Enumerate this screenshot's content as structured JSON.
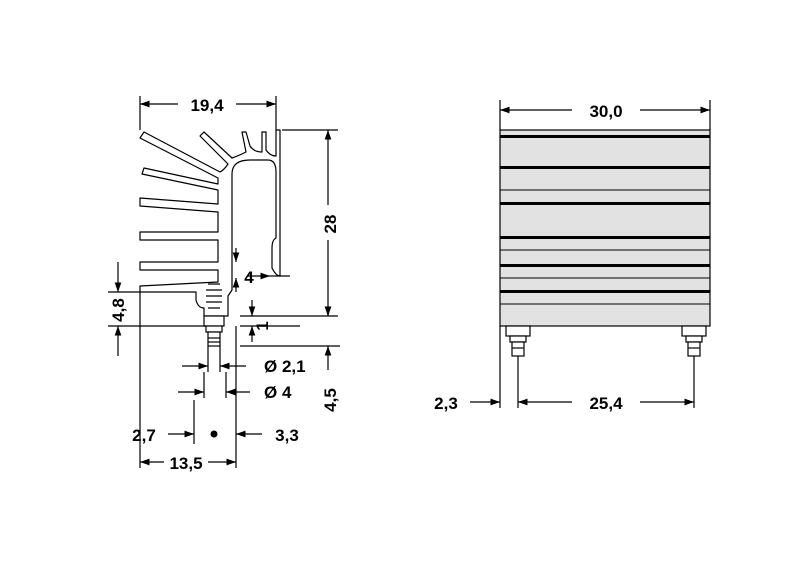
{
  "side_view": {
    "width_top": "19,4",
    "height": "28",
    "fin_gap": "4",
    "pin_offset_1": "1",
    "pin_height": "4,8",
    "pin_dia_small": "Ø 2,1",
    "pin_dia_large": "Ø 4",
    "pin_length": "4,5",
    "offset_left": "2,7",
    "offset_right": "3,3",
    "width_base": "13,5"
  },
  "front_view": {
    "width": "30,0",
    "pin_offset": "2,3",
    "pin_spacing": "25,4"
  },
  "colors": {
    "body_fill": "#e2e2e2",
    "groove": "#000000",
    "line": "#000000"
  }
}
